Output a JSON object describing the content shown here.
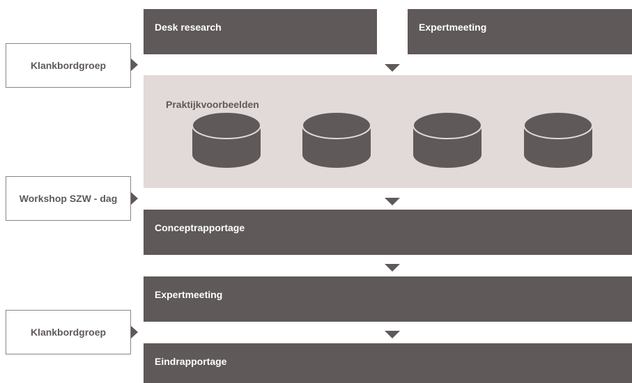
{
  "top_blocks": {
    "desk_research": "Desk research",
    "expertmeeting": "Expertmeeting"
  },
  "band": {
    "title": "Praktijkvoorbeelden",
    "cylinders": 4
  },
  "steps": {
    "conceptrapportage": "Conceptrapportage",
    "expertmeeting": "Expertmeeting",
    "eindrapportage": "Eindrapportage"
  },
  "side_labels": {
    "klankbordgroep_top": "Klankbordgroep",
    "workshop": "Workshop SZW - dag",
    "klankbordgroep_bottom": "Klankbordgroep"
  },
  "colors": {
    "block": "#5f5959",
    "band": "#e2d9d9",
    "side_border": "#8a8484"
  }
}
